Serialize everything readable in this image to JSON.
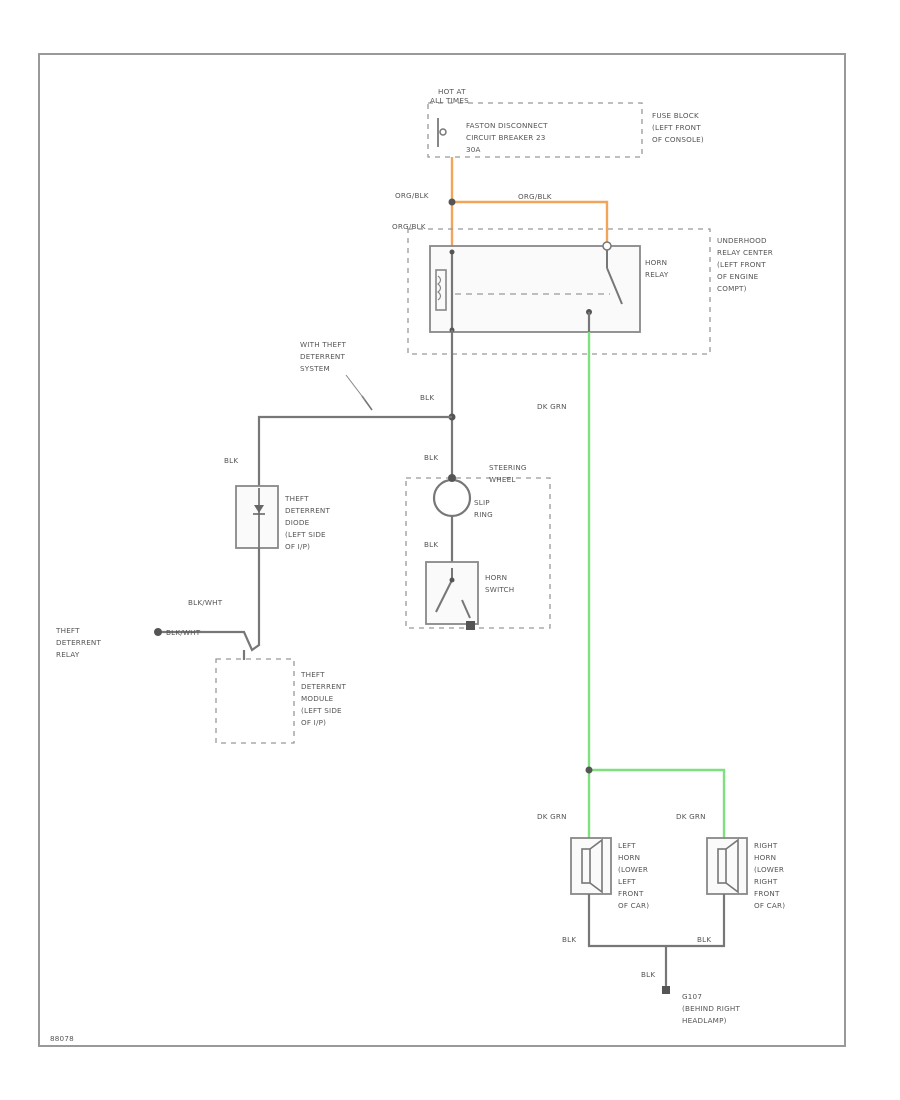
{
  "labels": {
    "hot_at": "HOT AT",
    "all_times": "ALL TIMES",
    "fuse_line1": "FASTON DISCONNECT",
    "fuse_line2": "CIRCUIT BREAKER 23",
    "fuse_line3": "30A",
    "fuse_block_1": "FUSE BLOCK",
    "fuse_block_2": "(LEFT FRONT",
    "fuse_block_3": "OF CONSOLE)",
    "org_blk_a": "ORG/BLK",
    "org_blk_b": "ORG/BLK",
    "org_blk_c": "ORG/BLK",
    "uh_relay_1": "UNDERHOOD",
    "uh_relay_2": "RELAY CENTER",
    "uh_relay_3": "(LEFT FRONT",
    "uh_relay_4": "OF ENGINE",
    "uh_relay_5": "COMPT)",
    "horn_relay_1": "HORN",
    "horn_relay_2": "RELAY",
    "theft_sys_1": "WITH THEFT",
    "theft_sys_2": "DETERRENT",
    "theft_sys_3": "SYSTEM",
    "blk_main": "BLK",
    "dk_grn_main": "DK GRN",
    "blk_diode": "BLK",
    "theft_diode_1": "THEFT",
    "theft_diode_2": "DETERRENT",
    "theft_diode_3": "DIODE",
    "theft_diode_4": "(LEFT SIDE",
    "theft_diode_5": "OF I/P)",
    "blk_slip": "BLK",
    "steering_1": "STEERING",
    "steering_2": "WHEEL",
    "slip_1": "SLIP",
    "slip_2": "RING",
    "blk_switch": "BLK",
    "horn_switch_1": "HORN",
    "horn_switch_2": "SWITCH",
    "blk_wht_a": "BLK/WHT",
    "blk_wht_b": "BLK/WHT",
    "theft_relay_1": "THEFT",
    "theft_relay_2": "DETERRENT",
    "theft_relay_3": "RELAY",
    "theft_module_1": "THEFT",
    "theft_module_2": "DETERRENT",
    "theft_module_3": "MODULE",
    "theft_module_4": "(LEFT SIDE",
    "theft_module_5": "OF I/P)",
    "dk_grn_left": "DK GRN",
    "dk_grn_right": "DK GRN",
    "left_horn_1": "LEFT",
    "left_horn_2": "HORN",
    "left_horn_3": "(LOWER",
    "left_horn_4": "LEFT",
    "left_horn_5": "FRONT",
    "left_horn_6": "OF CAR)",
    "right_horn_1": "RIGHT",
    "right_horn_2": "HORN",
    "right_horn_3": "(LOWER",
    "right_horn_4": "RIGHT",
    "right_horn_5": "FRONT",
    "right_horn_6": "OF CAR)",
    "blk_horn_left": "BLK",
    "blk_horn_right": "BLK",
    "blk_ground": "BLK",
    "ground_1": "G107",
    "ground_2": "(BEHIND RIGHT",
    "ground_3": "HEADLAMP)",
    "figure_id": "88078"
  },
  "colors": {
    "wire_black": "#777777",
    "wire_orange": "#f2a55a",
    "wire_green": "#7ee07e"
  }
}
